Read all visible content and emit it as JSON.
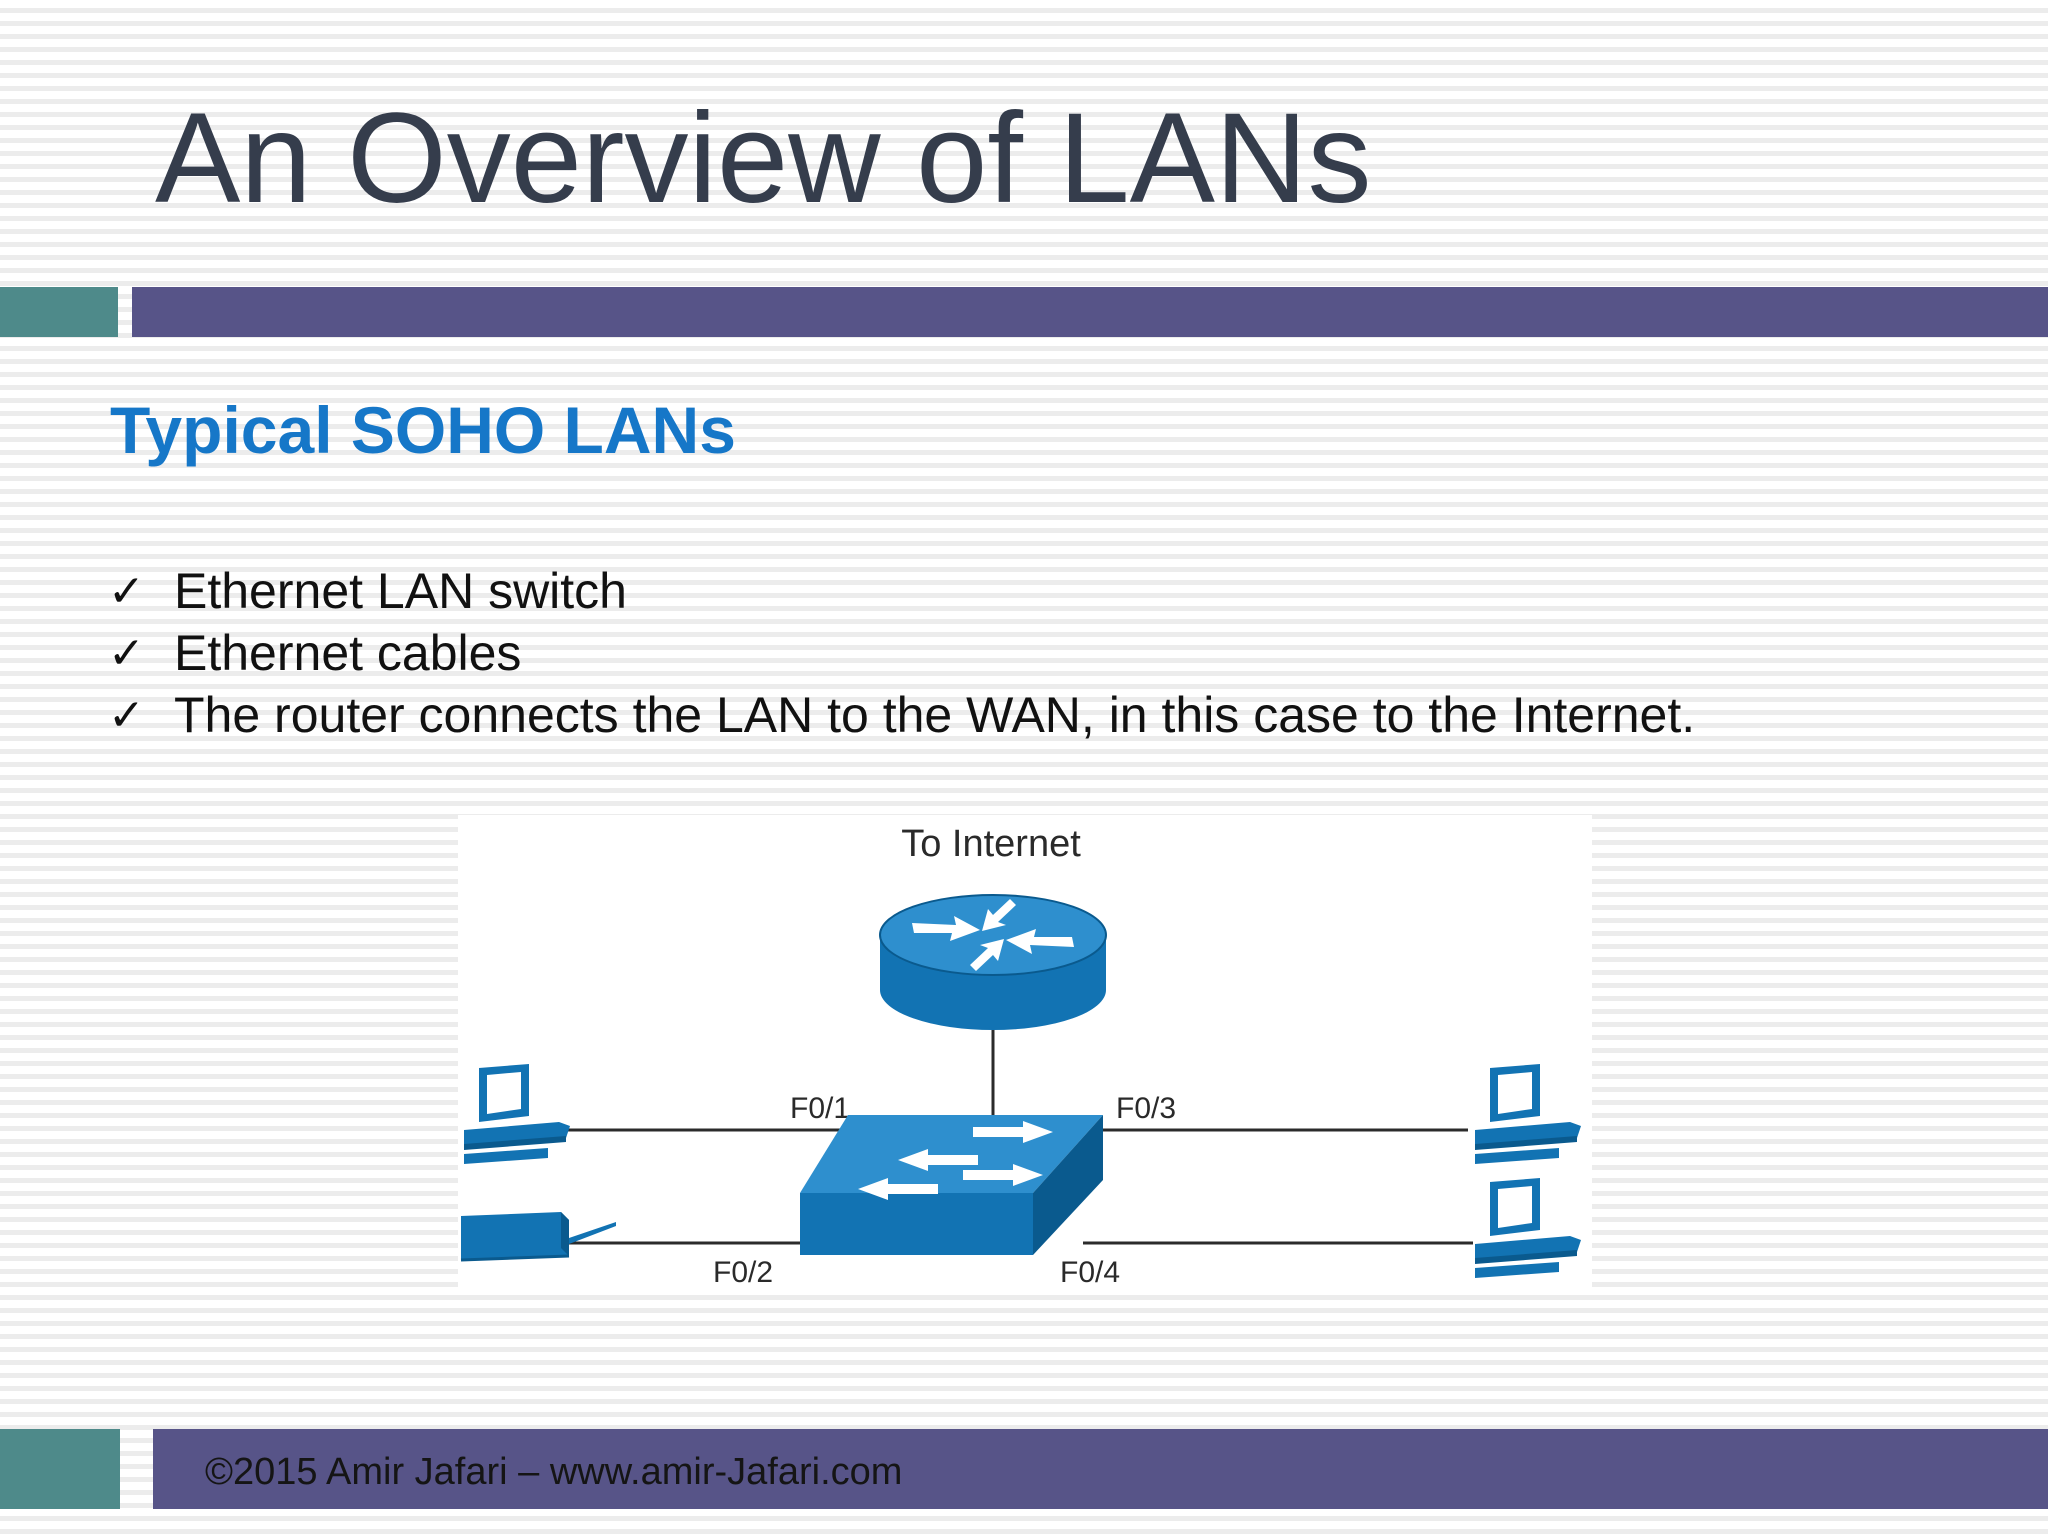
{
  "slide": {
    "title": "An Overview of LANs",
    "subtitle": "Typical SOHO LANs",
    "bullets": [
      "Ethernet LAN switch",
      "Ethernet cables",
      "The router connects the LAN to the WAN, in this case to the Internet."
    ],
    "bullet_marker": "✓",
    "footer": "©2015 Amir Jafari – www.amir-Jafari.com"
  },
  "diagram": {
    "internet_label": "To Internet",
    "ports": {
      "f01": "F0/1",
      "f02": "F0/2",
      "f03": "F0/3",
      "f04": "F0/4"
    },
    "devices": [
      "router-icon",
      "switch-icon",
      "pc-icon",
      "printer-icon",
      "pc-icon",
      "pc-icon"
    ]
  },
  "colors": {
    "title": "#353d4c",
    "subtitle": "#1677c8",
    "bar_main": "#575488",
    "bar_accent": "#4e8a8a",
    "device_blue": "#1273b3",
    "device_dark": "#0a5a8e"
  }
}
